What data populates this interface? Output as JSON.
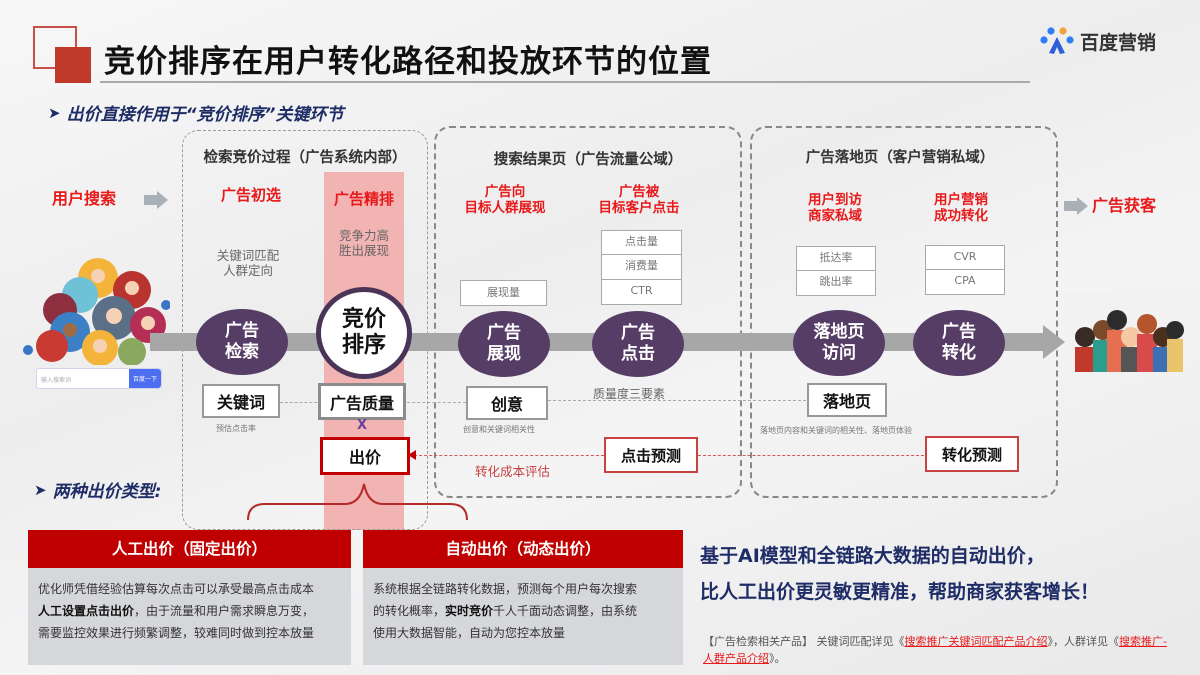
{
  "header": {
    "title": "竞价排序在用户转化路径和投放环节的位置",
    "brand_name": "百度营销",
    "subheading_1": "出价直接作用于“竞价排序”关键环节",
    "subheading_2": "两种出价类型:"
  },
  "flow": {
    "start_label": "用户搜索",
    "end_label": "广告获客",
    "search_widget": {
      "placeholder": "输入搜索词",
      "button": "百度一下"
    }
  },
  "regions": [
    {
      "title": "检索竞价过程（广告系统内部）",
      "stages": [
        {
          "red_label": "广告初选",
          "desc": [
            "关键词匹配",
            "人群定向"
          ],
          "node": [
            "广告",
            "检索"
          ]
        },
        {
          "red_label": "广告精排",
          "desc": [
            "竞争力高",
            "胜出展现"
          ],
          "node": [
            "竞价",
            "排序"
          ]
        }
      ]
    },
    {
      "title": "搜索结果页（广告流量公域）",
      "stages": [
        {
          "red_label": [
            "广告向",
            "目标人群展现"
          ],
          "metrics": [
            "展现量"
          ],
          "node": [
            "广告",
            "展现"
          ]
        },
        {
          "red_label": [
            "广告被",
            "目标客户点击"
          ],
          "metrics": [
            "点击量",
            "消费量",
            "CTR"
          ],
          "node": [
            "广告",
            "点击"
          ]
        }
      ]
    },
    {
      "title": "广告落地页（客户营销私域）",
      "stages": [
        {
          "red_label": [
            "用户到访",
            "商家私域"
          ],
          "metrics": [
            "抵达率",
            "跳出率"
          ],
          "node": [
            "落地页",
            "访问"
          ]
        },
        {
          "red_label": [
            "用户营销",
            "成功转化"
          ],
          "metrics": [
            "CVR",
            "CPA"
          ],
          "node": [
            "广告",
            "转化"
          ]
        }
      ]
    }
  ],
  "factors": {
    "keyword": {
      "label": "关键词",
      "note": "预估点击率"
    },
    "ad_quality": {
      "label": "广告质量",
      "multiply": "X"
    },
    "creative": {
      "label": "创意",
      "note": "创意和关键词相关性"
    },
    "quality_three": "质量度三要素",
    "landing": {
      "label": "落地页",
      "note": "落地页内容和关键词的相关性、落地页体验"
    },
    "bid": {
      "label": "出价"
    },
    "cost_eval": "转化成本评估",
    "click_pred": "点击预测",
    "conv_pred": "转化预测"
  },
  "bid_types": [
    {
      "title": "人工出价（固定出价）",
      "lines": [
        {
          "text": "优化师凭借经验估算每次点击可以承受最高点击成本"
        },
        {
          "bold": "人工设置点击出价",
          "text": "，由于流量和用户需求瞬息万变，"
        },
        {
          "text": "需要监控效果进行频繁调整，较难同时做到控本放量"
        }
      ]
    },
    {
      "title": "自动出价（动态出价）",
      "lines": [
        {
          "text": "系统根据全链路转化数据，预测每个用户每次搜索"
        },
        {
          "pre": "的转化概率，",
          "bold": "实时竞价",
          "text": "千人千面动态调整，由系统"
        },
        {
          "text": "使用大数据智能，自动为您控本放量"
        }
      ]
    }
  ],
  "slogan": {
    "line1": "基于AI模型和全链路大数据的自动出价，",
    "line2": "比人工出价更灵敏更精准，帮助商家获客增长！"
  },
  "footnote": {
    "prefix": "【广告检索相关产品】 关键词匹配详见《",
    "link1": "搜索推广关键词匹配产品介绍",
    "mid": "》，人群详见《",
    "link2": "搜索推广-人群产品介绍",
    "suffix": "》。"
  },
  "colors": {
    "accent_red": "#c00000",
    "label_red": "#e8191a",
    "node_purple": "#563d66",
    "navy_text": "#1f2d66",
    "pink_highlight": "#f2b3b3"
  }
}
